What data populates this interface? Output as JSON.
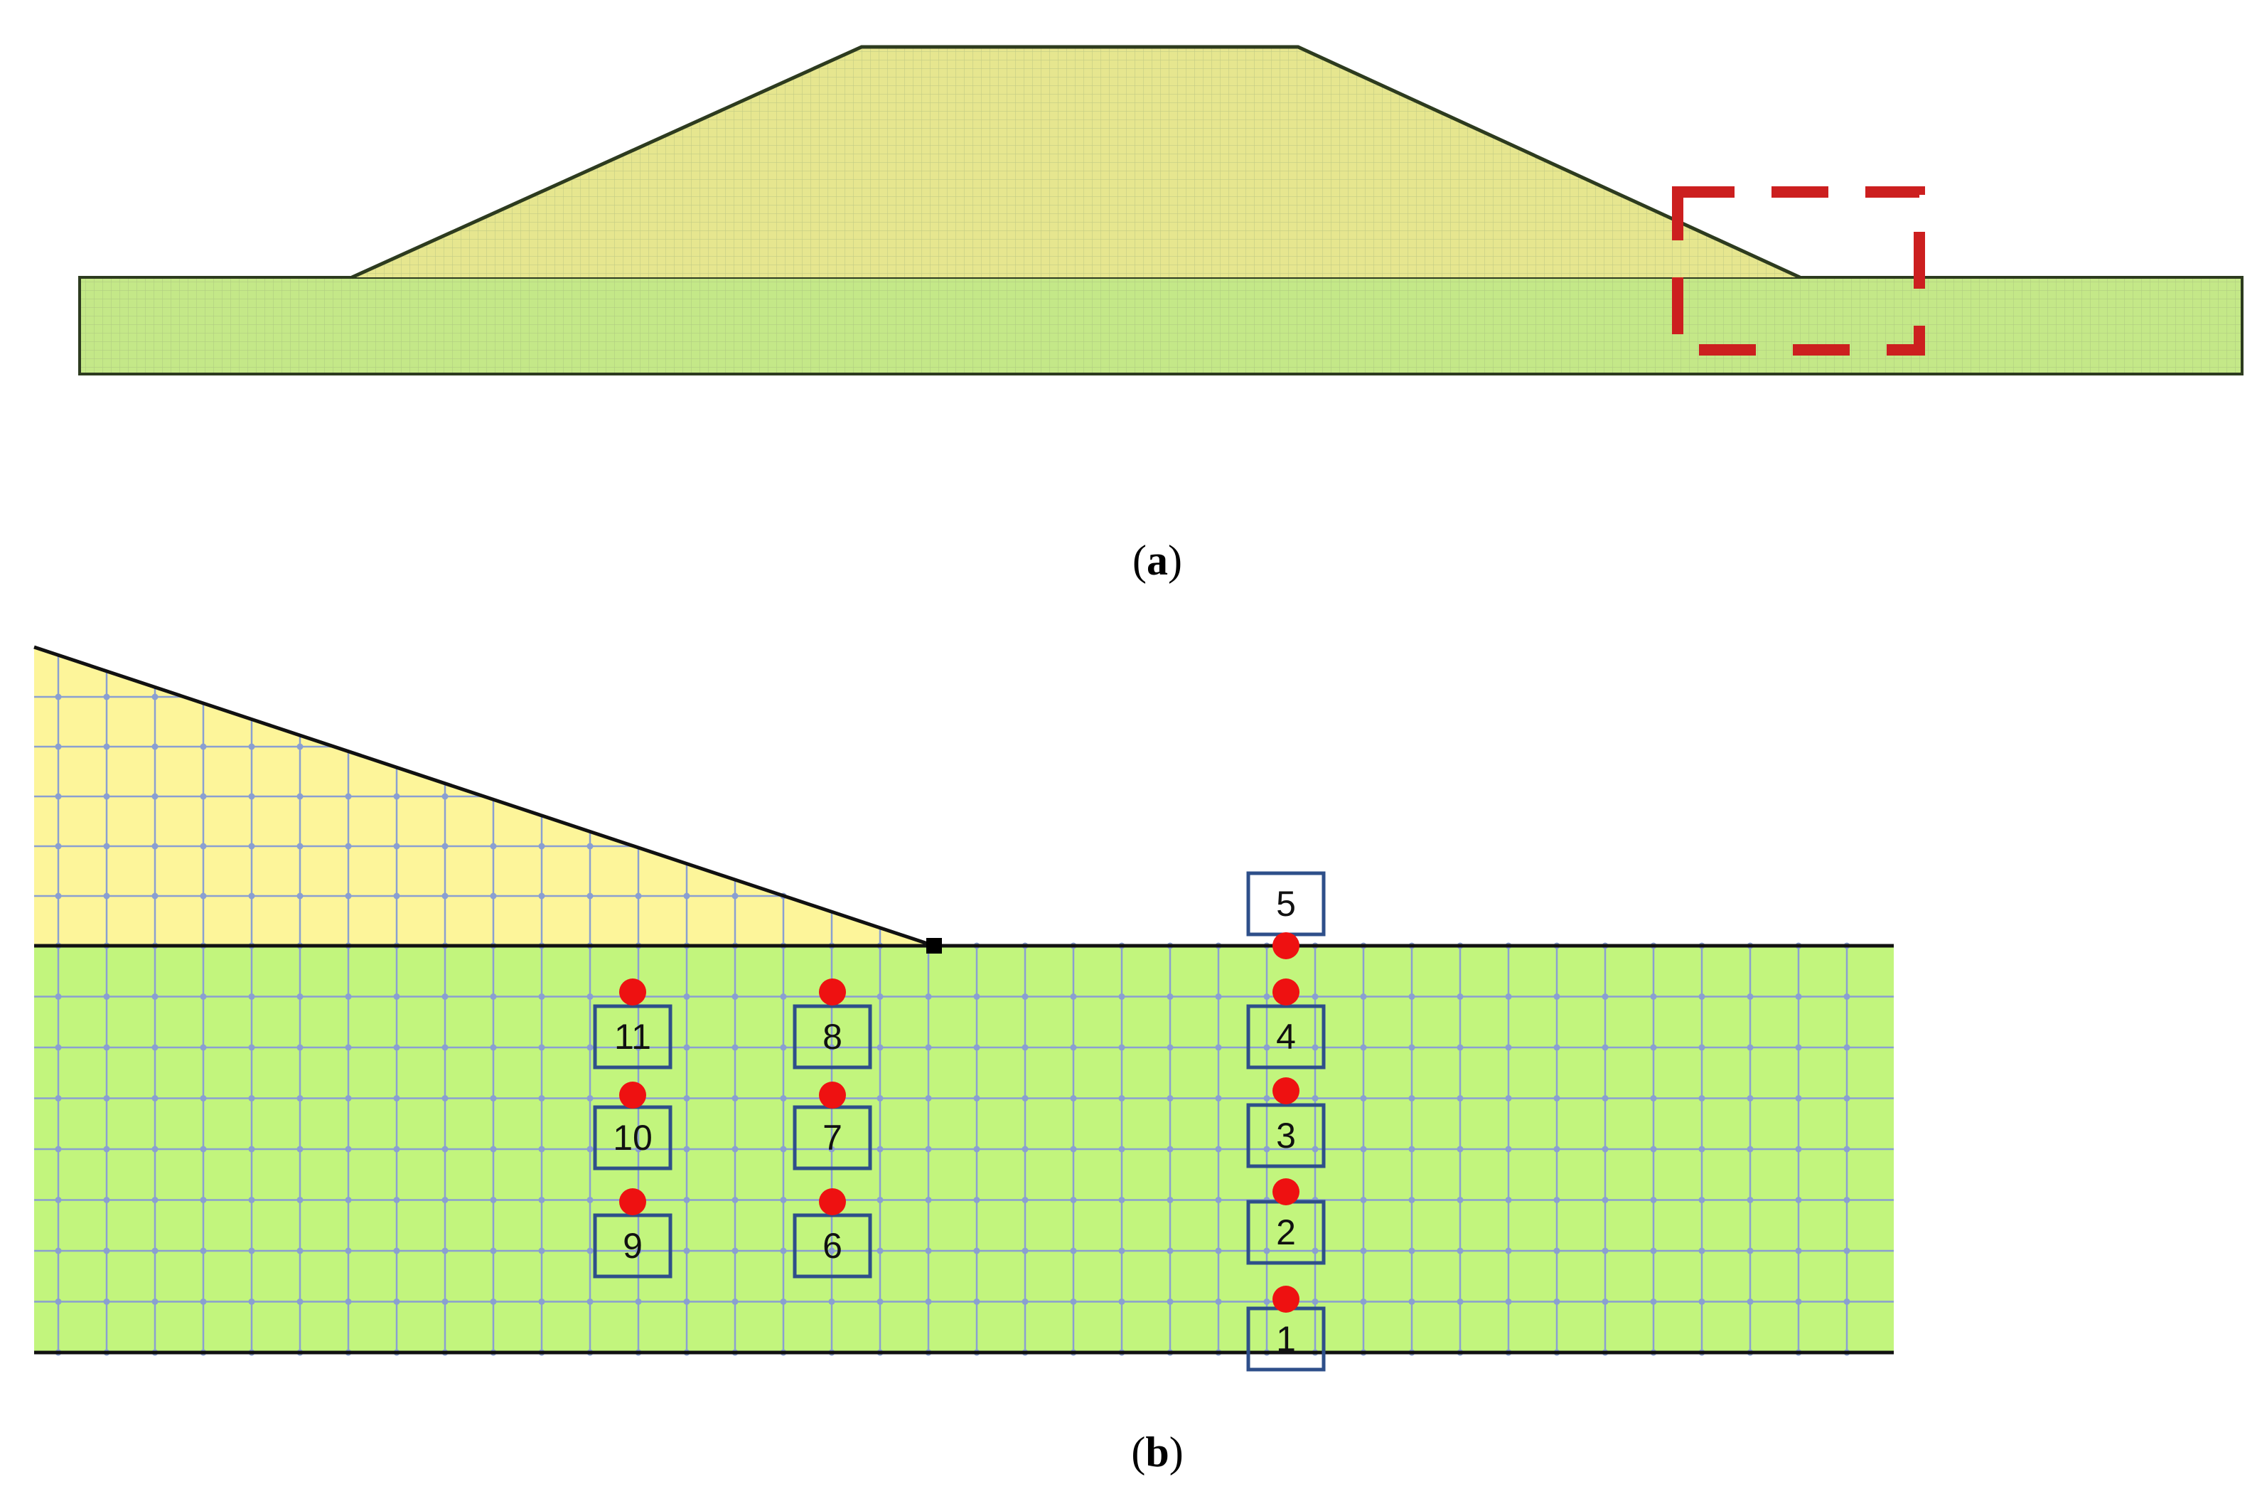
{
  "panel_a": {
    "caption": "a",
    "colors": {
      "embankment": "#e6e68f",
      "foundation": "#c4e888",
      "outline": "#2d3b1f",
      "detail_box": "#cc1f1f"
    }
  },
  "panel_b": {
    "caption": "b",
    "colors": {
      "embankment": "#fdf59a",
      "foundation": "#c2f57d",
      "mesh": "#8a9fd1",
      "boundary": "#111111",
      "point": "#ee1111",
      "label_border": "#2e4f8a"
    },
    "points": [
      {
        "label": "1"
      },
      {
        "label": "2"
      },
      {
        "label": "3"
      },
      {
        "label": "4"
      },
      {
        "label": "5"
      },
      {
        "label": "6"
      },
      {
        "label": "7"
      },
      {
        "label": "8"
      },
      {
        "label": "9"
      },
      {
        "label": "10"
      },
      {
        "label": "11"
      }
    ]
  }
}
